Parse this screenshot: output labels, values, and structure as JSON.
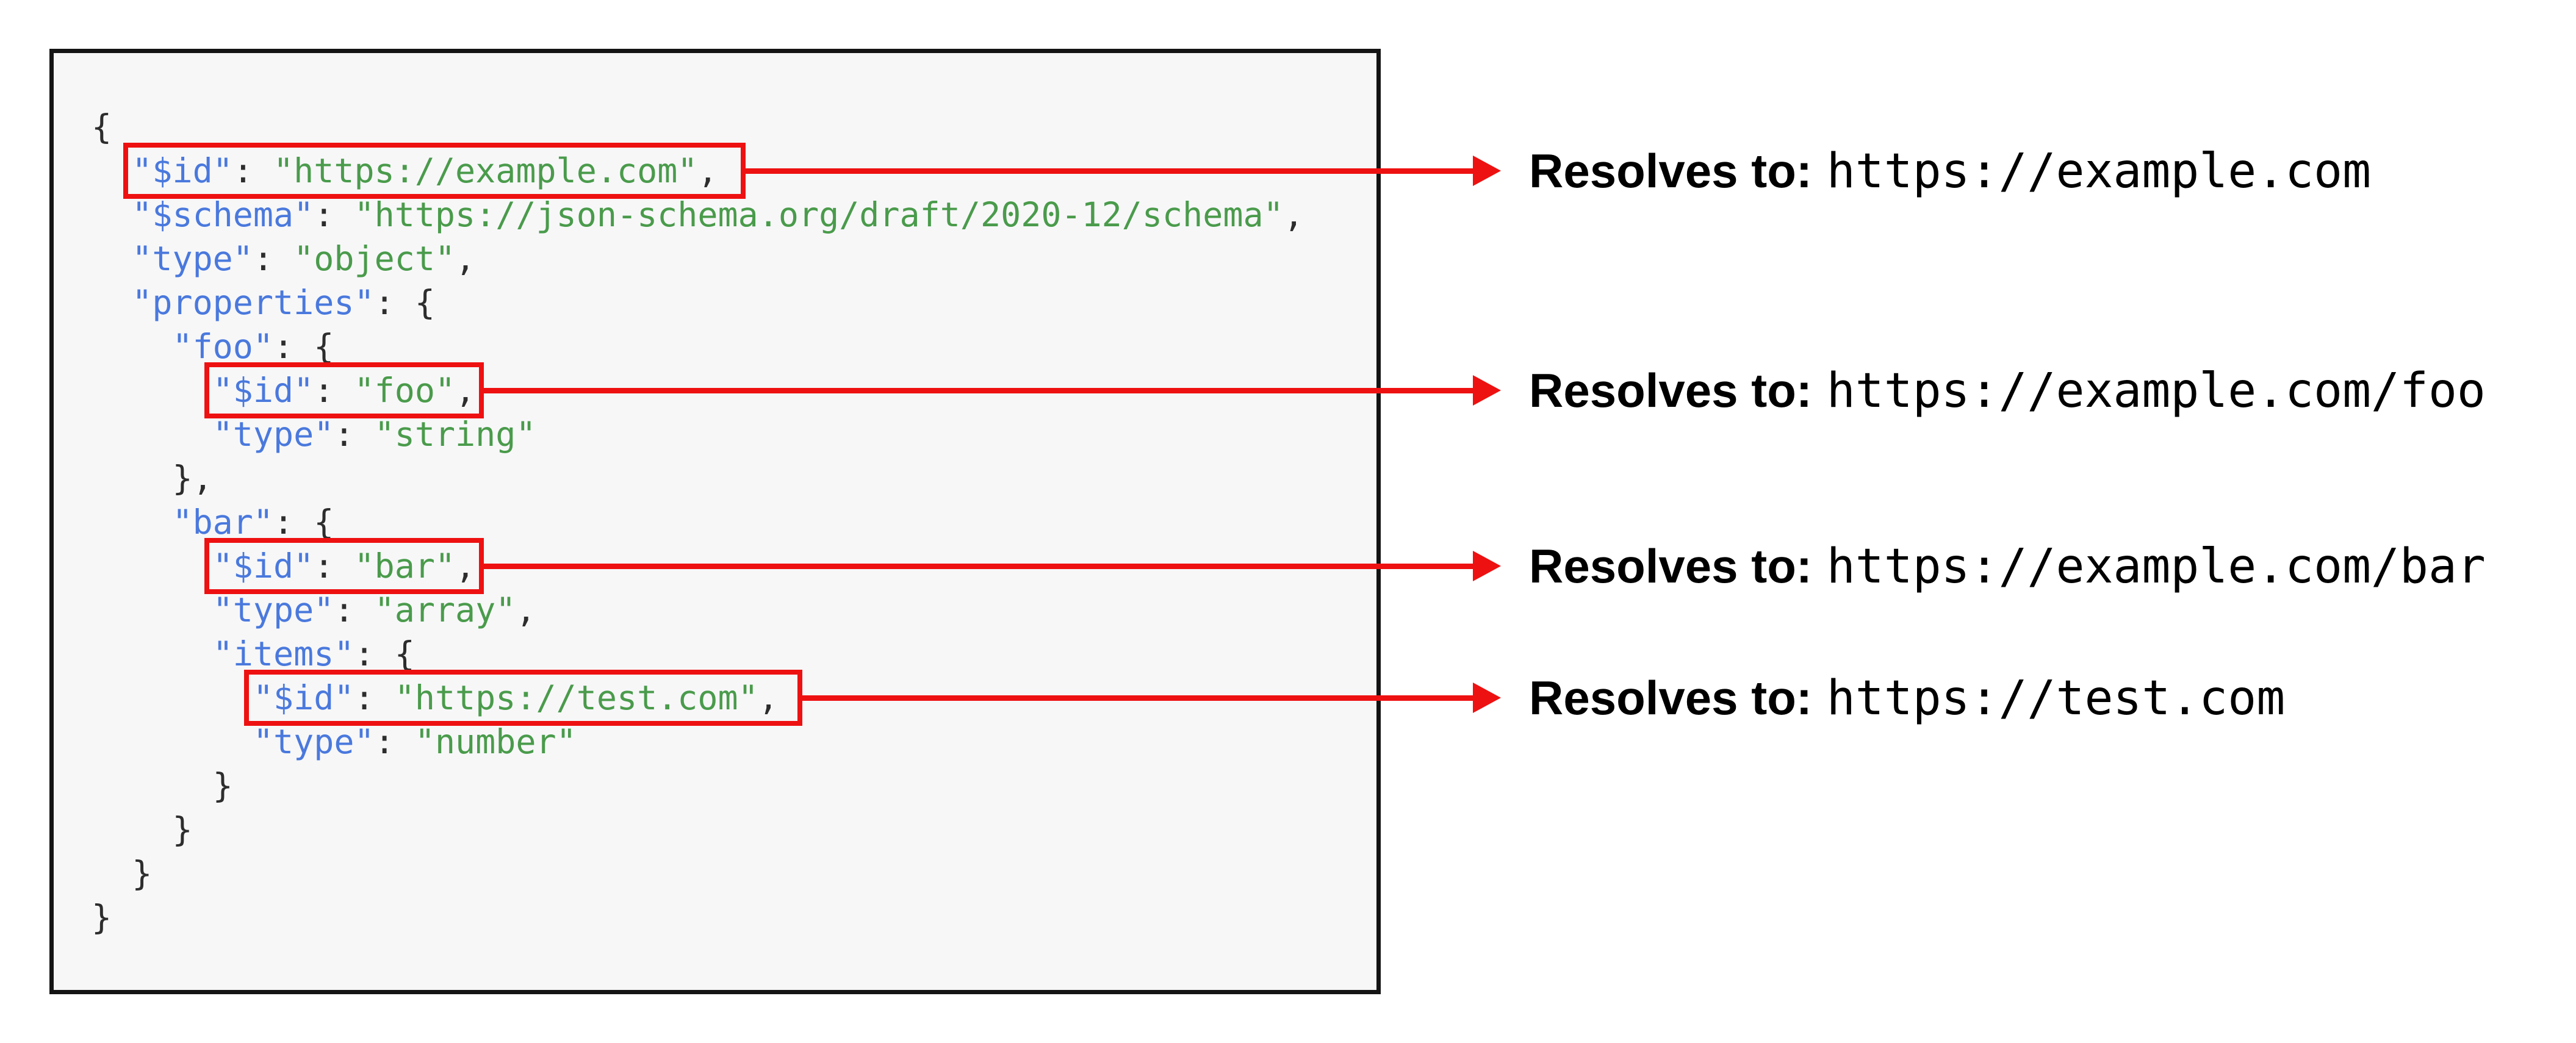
{
  "colors": {
    "key": "#4a79dd",
    "string": "#4a9b4b",
    "punctuation": "#2d2d2d",
    "accent_red": "#ee1111",
    "code_background": "#f7f7f8",
    "code_border": "#141414"
  },
  "code_block": {
    "language": "json",
    "lines": [
      [
        {
          "c": "p",
          "t": "{"
        }
      ],
      [
        {
          "c": "p",
          "t": "  "
        },
        {
          "c": "k",
          "t": "\"$id\""
        },
        {
          "c": "p",
          "t": ": "
        },
        {
          "c": "s",
          "t": "\"https://example.com\""
        },
        {
          "c": "p",
          "t": ","
        }
      ],
      [
        {
          "c": "p",
          "t": "  "
        },
        {
          "c": "k",
          "t": "\"$schema\""
        },
        {
          "c": "p",
          "t": ": "
        },
        {
          "c": "s",
          "t": "\"https://json-schema.org/draft/2020-12/schema\""
        },
        {
          "c": "p",
          "t": ","
        }
      ],
      [
        {
          "c": "p",
          "t": "  "
        },
        {
          "c": "k",
          "t": "\"type\""
        },
        {
          "c": "p",
          "t": ": "
        },
        {
          "c": "s",
          "t": "\"object\""
        },
        {
          "c": "p",
          "t": ","
        }
      ],
      [
        {
          "c": "p",
          "t": "  "
        },
        {
          "c": "k",
          "t": "\"properties\""
        },
        {
          "c": "p",
          "t": ": {"
        }
      ],
      [
        {
          "c": "p",
          "t": "    "
        },
        {
          "c": "k",
          "t": "\"foo\""
        },
        {
          "c": "p",
          "t": ": {"
        }
      ],
      [
        {
          "c": "p",
          "t": "      "
        },
        {
          "c": "k",
          "t": "\"$id\""
        },
        {
          "c": "p",
          "t": ": "
        },
        {
          "c": "s",
          "t": "\"foo\""
        },
        {
          "c": "p",
          "t": ","
        }
      ],
      [
        {
          "c": "p",
          "t": "      "
        },
        {
          "c": "k",
          "t": "\"type\""
        },
        {
          "c": "p",
          "t": ": "
        },
        {
          "c": "s",
          "t": "\"string\""
        }
      ],
      [
        {
          "c": "p",
          "t": "    },"
        }
      ],
      [
        {
          "c": "p",
          "t": "    "
        },
        {
          "c": "k",
          "t": "\"bar\""
        },
        {
          "c": "p",
          "t": ": {"
        }
      ],
      [
        {
          "c": "p",
          "t": "      "
        },
        {
          "c": "k",
          "t": "\"$id\""
        },
        {
          "c": "p",
          "t": ": "
        },
        {
          "c": "s",
          "t": "\"bar\""
        },
        {
          "c": "p",
          "t": ","
        }
      ],
      [
        {
          "c": "p",
          "t": "      "
        },
        {
          "c": "k",
          "t": "\"type\""
        },
        {
          "c": "p",
          "t": ": "
        },
        {
          "c": "s",
          "t": "\"array\""
        },
        {
          "c": "p",
          "t": ","
        }
      ],
      [
        {
          "c": "p",
          "t": "      "
        },
        {
          "c": "k",
          "t": "\"items\""
        },
        {
          "c": "p",
          "t": ": {"
        }
      ],
      [
        {
          "c": "p",
          "t": "        "
        },
        {
          "c": "k",
          "t": "\"$id\""
        },
        {
          "c": "p",
          "t": ": "
        },
        {
          "c": "s",
          "t": "\"https://test.com\""
        },
        {
          "c": "p",
          "t": ","
        }
      ],
      [
        {
          "c": "p",
          "t": "        "
        },
        {
          "c": "k",
          "t": "\"type\""
        },
        {
          "c": "p",
          "t": ": "
        },
        {
          "c": "s",
          "t": "\"number\""
        }
      ],
      [
        {
          "c": "p",
          "t": "      }"
        }
      ],
      [
        {
          "c": "p",
          "t": "    }"
        }
      ],
      [
        {
          "c": "p",
          "t": "  }"
        }
      ],
      [
        {
          "c": "p",
          "t": "}"
        }
      ]
    ]
  },
  "annotations": [
    {
      "label": "Resolves to:",
      "value": "https://example.com"
    },
    {
      "label": "Resolves to:",
      "value": "https://example.com/foo"
    },
    {
      "label": "Resolves to:",
      "value": "https://example.com/bar"
    },
    {
      "label": "Resolves to:",
      "value": "https://test.com"
    }
  ]
}
